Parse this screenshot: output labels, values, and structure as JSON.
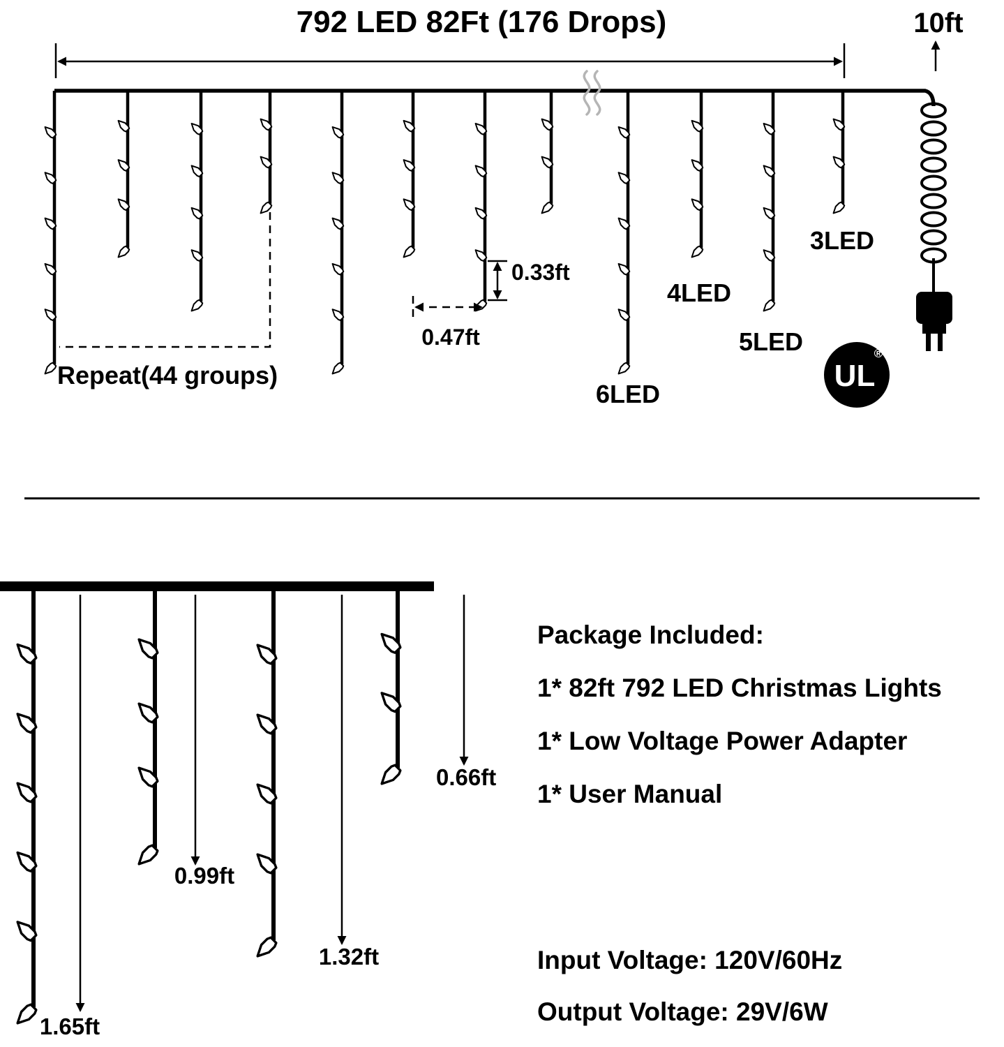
{
  "diagram": {
    "title": "792 LED 82Ft (176 Drops)",
    "lead_label": "10ft",
    "repeat_label": "Repeat(44 groups)",
    "led_spacing_label": "0.33ft",
    "drop_spacing_label": "0.47ft",
    "drop_led_labels": [
      "3LED",
      "4LED",
      "5LED",
      "6LED"
    ],
    "ul_mark": "UL",
    "ul_registered": "®"
  },
  "bottom_diagram": {
    "drop_length_labels": [
      "0.66ft",
      "0.99ft",
      "1.32ft",
      "1.65ft"
    ]
  },
  "package": {
    "heading": "Package Included:",
    "items": [
      "1* 82ft 792 LED Christmas Lights",
      "1* Low Voltage Power Adapter",
      "1* User Manual"
    ]
  },
  "specs": {
    "input_voltage": "Input Voltage: 120V/60Hz",
    "output_voltage": "Output Voltage: 29V/6W"
  }
}
